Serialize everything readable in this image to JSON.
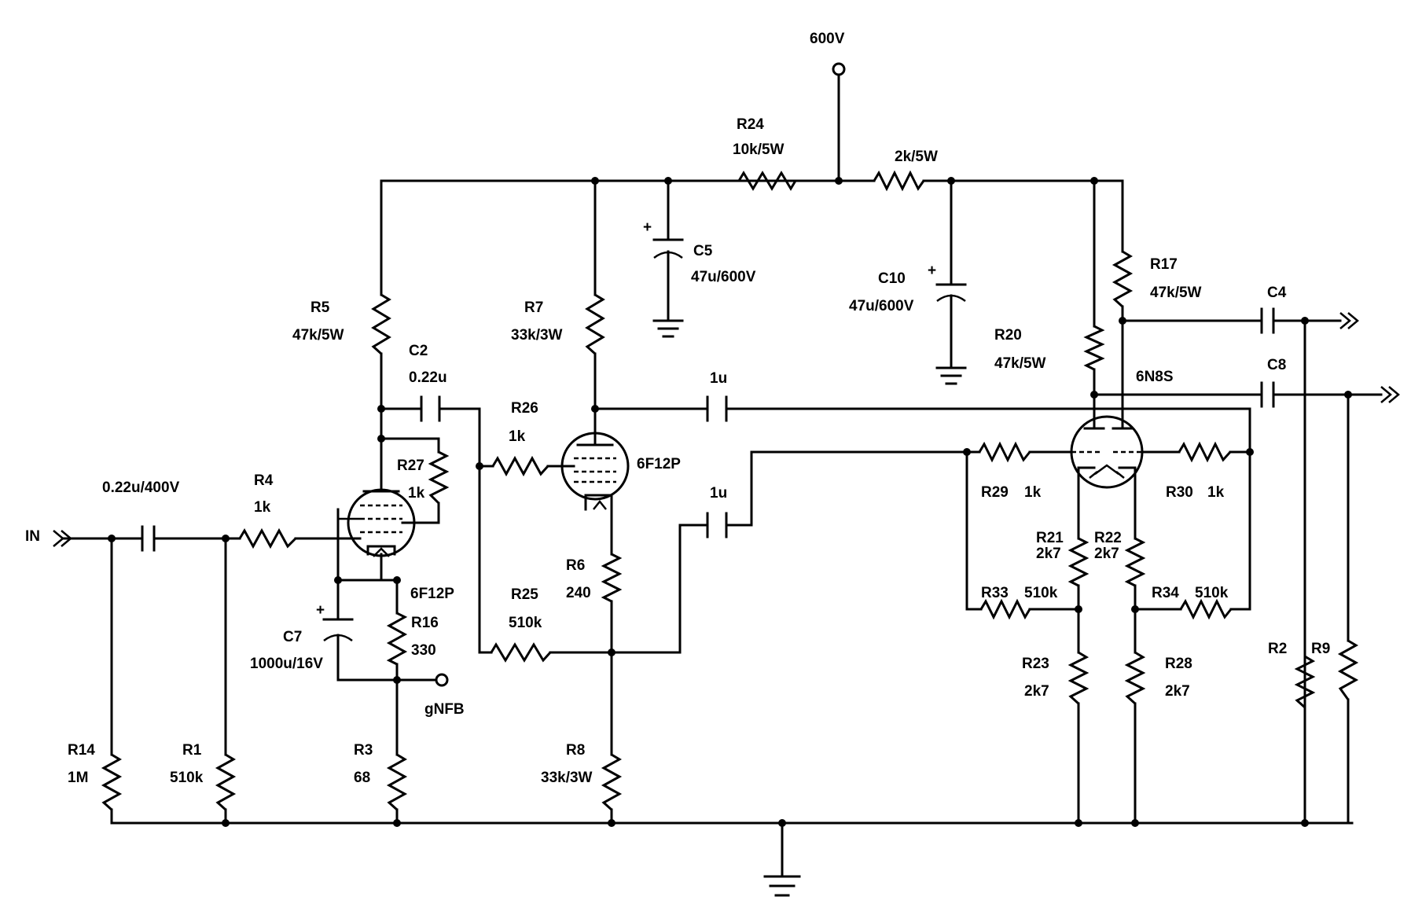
{
  "labels": {
    "vsupply": "600V",
    "r24": "R24",
    "r24_val": "10k/5W",
    "rdrop_val": "2k/5W",
    "c5": "C5",
    "c5_val": "47u/600V",
    "c10": "C10",
    "c10_val": "47u/600V",
    "r5": "R5",
    "r5_val": "47k/5W",
    "r7": "R7",
    "r7_val": "33k/3W",
    "r17": "R17",
    "r17_val": "47k/5W",
    "r20": "R20",
    "r20_val": "47k/5W",
    "c4": "C4",
    "c8": "C8",
    "c2": "C2",
    "c2_val": "0.22u",
    "r26": "R26",
    "r26_val": "1k",
    "r27": "R27",
    "r27_val": "1k",
    "r4": "R4",
    "r4_val": "1k",
    "cin_val": "0.22u/400V",
    "in": "IN",
    "tube1": "6F12P",
    "tube2": "6F12P",
    "tube3": "6N8S",
    "cup_val": "1u",
    "clow_val": "1u",
    "r29": "R29",
    "r29_val": "1k",
    "r30": "R30",
    "r30_val": "1k",
    "r21": "R21",
    "r21_val": "2k7",
    "r22": "R22",
    "r22_val": "2k7",
    "r33": "R33",
    "r33_val": "510k",
    "r34": "R34",
    "r34_val": "510k",
    "r23": "R23",
    "r23_val": "2k7",
    "r28": "R28",
    "r28_val": "2k7",
    "r6": "R6",
    "r6_val": "240",
    "r25": "R25",
    "r25_val": "510k",
    "r16": "R16",
    "r16_val": "330",
    "c7": "C7",
    "c7_val": "1000u/16V",
    "gnfb": "gNFB",
    "r3": "R3",
    "r3_val": "68",
    "r8": "R8",
    "r8_val": "33k/3W",
    "r14": "R14",
    "r14_val": "1M",
    "r1": "R1",
    "r1_val": "510k",
    "r2": "R2",
    "r9": "R9",
    "plus": "+"
  }
}
